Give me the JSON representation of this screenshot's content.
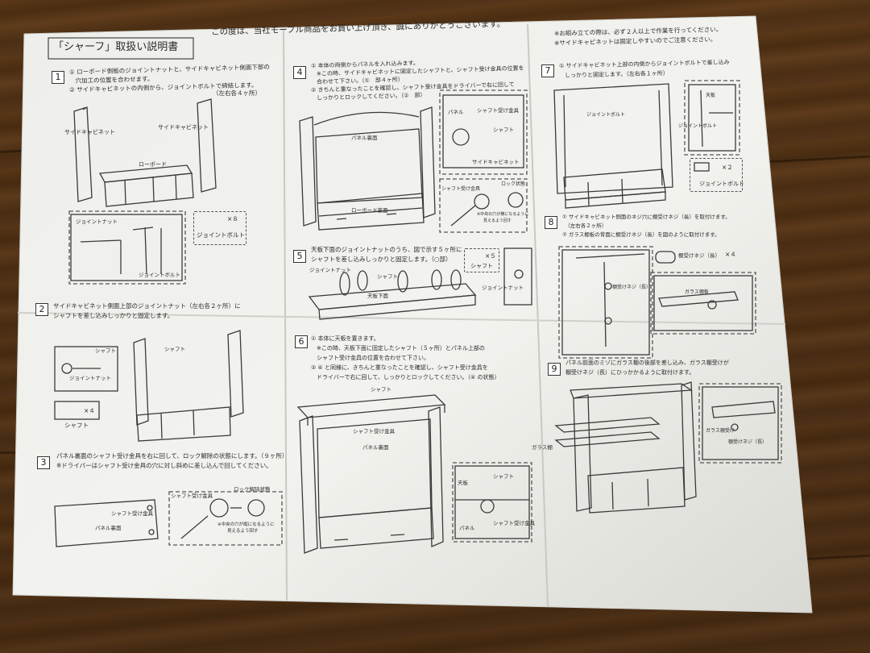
{
  "document": {
    "title": "「シャーフ」取扱い説明書",
    "greeting": "この度は、当社モーブル商品をお買い上げ頂き、誠にありがとうございます。",
    "notice_line1": "※お組み立ての際は、必ず２人以上で作業を行ってください。",
    "notice_line2": "※サイドキャビネットは固定しやすいのでご注意ください。"
  },
  "steps": [
    {
      "number": "1",
      "line1": "① ローボード側板のジョイントナットと、サイドキャビネット側面下部の",
      "line2": "　穴加工の位置を合わせます。",
      "line3": "② サイドキャビネットの内側から、ジョイントボルトで締結します。",
      "line4": "（左右各４ヶ所）",
      "labels": {
        "side_cabinet_left": "サイドキャビネット",
        "side_cabinet_right": "サイドキャビネット",
        "low_board": "ローボード",
        "joint_nut": "ジョイントナット",
        "joint_bolt": "ジョイントボルト",
        "part_count": "×８",
        "part_name": "ジョイントボルト"
      }
    },
    {
      "number": "2",
      "line1": "サイドキャビネット側面上部のジョイントナット（左右各２ヶ所）に",
      "line2": "シャフトを差し込みしっかりと固定します。",
      "labels": {
        "shaft": "シャフト",
        "joint_nut": "ジョイントナット",
        "shaft2": "シャフト",
        "part_count": "×４",
        "part_name": "シャフト"
      }
    },
    {
      "number": "3",
      "line1": "パネル裏面のシャフト受け金具を右に回して、ロック解除の状態にします。（９ヶ所）",
      "line2": "※ドライバーはシャフト受け金具の穴に対し斜めに差し込んで回してください。",
      "labels": {
        "shaft_fitting": "シャフト受け金具",
        "panel_back": "パネル裏面",
        "shaft_fitting2": "シャフト受け金具",
        "lock_release": "ロック解除状態",
        "hole_note_1": "※中央の穴が縦になるように",
        "hole_note_2": "見えるよう回す"
      }
    },
    {
      "number": "4",
      "line1": "① 本体の両側からパネルを入れ込みます。",
      "line2": "　※この時、サイドキャビネットに固定したシャフトと、シャフト受け金具の位置を",
      "line3": "　合わせて下さい。（①　部４ヶ所）",
      "line4": "② きちんと重なったことを確認し、シャフト受け金具をドライバーで右に回して",
      "line5": "　しっかりとロックしてください。（②　部）",
      "labels": {
        "panel_back": "パネル裏面",
        "low_board_back": "ローボード裏面",
        "panel": "パネル",
        "shaft_fitting": "シャフト受け金具",
        "shaft": "シャフト",
        "side_cabinet": "サイドキャビネット",
        "shaft_fitting2": "シャフト受け金具",
        "lock_state": "ロック状態",
        "hole_note_1": "※中央の穴が横になるように",
        "hole_note_2": "見えるよう回す"
      }
    },
    {
      "number": "5",
      "line1": "天板下面のジョイントナットのうち、図で示す５ヶ所に",
      "line2": "シャフトを差し込みしっかりと固定します。（○部）",
      "labels": {
        "joint_nut": "ジョイントナット",
        "top_bottom": "天板下面",
        "shaft": "シャフト",
        "part_count": "×５",
        "part_name": "シャフト",
        "joint_nut2": "ジョイントナット"
      }
    },
    {
      "number": "6",
      "line1": "① 本体に天板を置きます。",
      "line2": "　※この時、天板下面に固定したシャフト（５ヶ所）とパネル上部の",
      "line3": "　シャフト受け金具の位置を合わせて下さい。",
      "line4": "② ④ と同様に、きちんと重なったことを確認し、シャフト受け金具を",
      "line5": "　ドライバーで右に回して、しっかりとロックしてください。（④ の状態）",
      "labels": {
        "shaft": "シャフト",
        "shaft_fitting": "シャフト受け金具",
        "panel_back": "パネル裏面",
        "top_board": "天板",
        "shaft2": "シャフト",
        "panel": "パネル",
        "shaft_fitting2": "シャフト受け金具"
      }
    },
    {
      "number": "7",
      "line1": "① サイドキャビネット上部の内側からジョイントボルトで差し込み",
      "line2": "　しっかりと固定します。（左右各１ヶ所）",
      "labels": {
        "top_board": "天板",
        "joint_bolt": "ジョイントボルト",
        "joint_bolt2": "ジョイントボルト",
        "part_count": "×２",
        "part_name": "ジョイントボルト"
      }
    },
    {
      "number": "8",
      "line1": "① サイドキャビネット側面のネジ穴に棚受けネジ（長）を取付けます。",
      "line2": "　（左右各２ヶ所）",
      "line3": "② ガラス棚板の背面に棚受けネジ（長）を図のように取付けます。",
      "labels": {
        "shelf_screw": "棚受けネジ（長）",
        "glass_shelf": "ガラス棚板",
        "shelf_screw2": "棚受けネジ（長）",
        "part_count": "×４"
      }
    },
    {
      "number": "9",
      "line1": "パネル前面のミゾにガラス棚の後部を差し込み、ガラス棚受けが",
      "line2": "棚受けネジ（長）にひっかかるように取付けます。",
      "labels": {
        "glass_shelf": "ガラス棚",
        "glass_fitting": "ガラス棚受け",
        "shelf_screw": "棚受けネジ（長）"
      }
    }
  ]
}
